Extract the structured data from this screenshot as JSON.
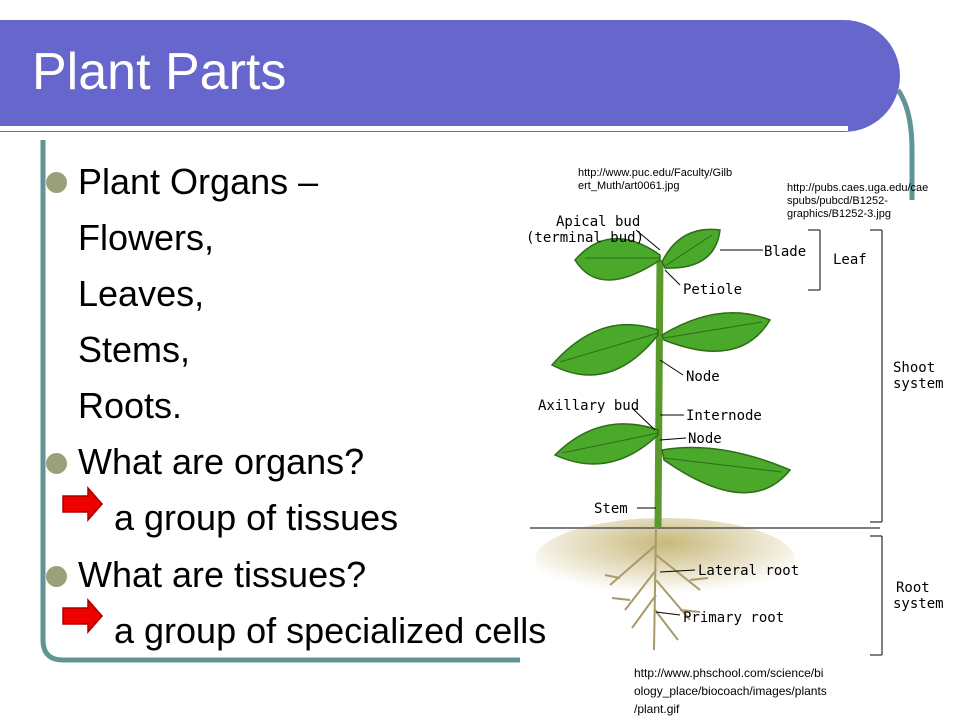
{
  "slide": {
    "title": "Plant Parts",
    "bullets": [
      {
        "text": "Plant Organs –"
      },
      {
        "text": "What are organs?"
      },
      {
        "text": "What are tissues?"
      }
    ],
    "continuation_lines": [
      "Flowers,",
      "Leaves,",
      "Stems,",
      "Roots."
    ],
    "answers": [
      "a group of tissues",
      "a group of specialized cells"
    ]
  },
  "credits": {
    "puc": "http://www.puc.edu/Faculty/Gilb\nert_Muth/art0061.jpg",
    "uga": "http://pubs.caes.uga.edu/cae\nspubs/pubcd/B1252-\ngraphics/B1252-3.jpg",
    "phschool": "http://www.phschool.com/science/bi\nology_place/biocoach/images/plants\n/plant.gif"
  },
  "diagram": {
    "labels": {
      "apical_bud": "Apical bud",
      "terminal_bud": "(terminal bud)",
      "blade": "Blade",
      "leaf": "Leaf",
      "petiole": "Petiole",
      "node_1": "Node",
      "axillary_bud": "Axillary bud",
      "internode": "Internode",
      "node_2": "Node",
      "stem": "Stem",
      "lateral_root": "Lateral root",
      "primary_root": "Primary root",
      "shoot_1": "Shoot",
      "shoot_2": "system",
      "root_1": "Root",
      "root_2": "system"
    }
  },
  "colors": {
    "title_band": "#6666cc",
    "frame": "#5f9595",
    "bullet": "#9aa07a",
    "arrow": "#ee0000",
    "leaf_green": "#4aa82a",
    "soil": "#e8dcb0"
  }
}
